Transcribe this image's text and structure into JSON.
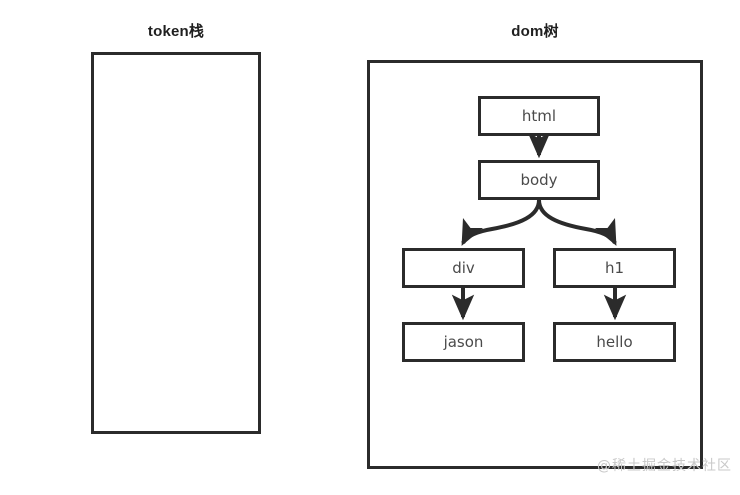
{
  "panels": {
    "token_stack": {
      "title": "token栈",
      "contents": []
    },
    "dom_tree": {
      "title": "dom树"
    }
  },
  "tree": {
    "nodes": [
      {
        "id": "html",
        "label": "html"
      },
      {
        "id": "body",
        "label": "body"
      },
      {
        "id": "div",
        "label": "div"
      },
      {
        "id": "h1",
        "label": "h1"
      },
      {
        "id": "jason",
        "label": "jason"
      },
      {
        "id": "hello",
        "label": "hello"
      }
    ],
    "edges": [
      {
        "from": "html",
        "to": "body",
        "style": "straight"
      },
      {
        "from": "body",
        "to": "div",
        "style": "curved"
      },
      {
        "from": "body",
        "to": "h1",
        "style": "curved"
      },
      {
        "from": "div",
        "to": "jason",
        "style": "straight"
      },
      {
        "from": "h1",
        "to": "hello",
        "style": "straight"
      }
    ]
  },
  "watermark": {
    "text": "@稀土掘金技术社区"
  },
  "colors": {
    "stroke": "#2b2b2b",
    "node_text": "#4a4a4a",
    "title_text": "#1f1f1f",
    "background": "#ffffff",
    "watermark": "#c9c9c9"
  }
}
